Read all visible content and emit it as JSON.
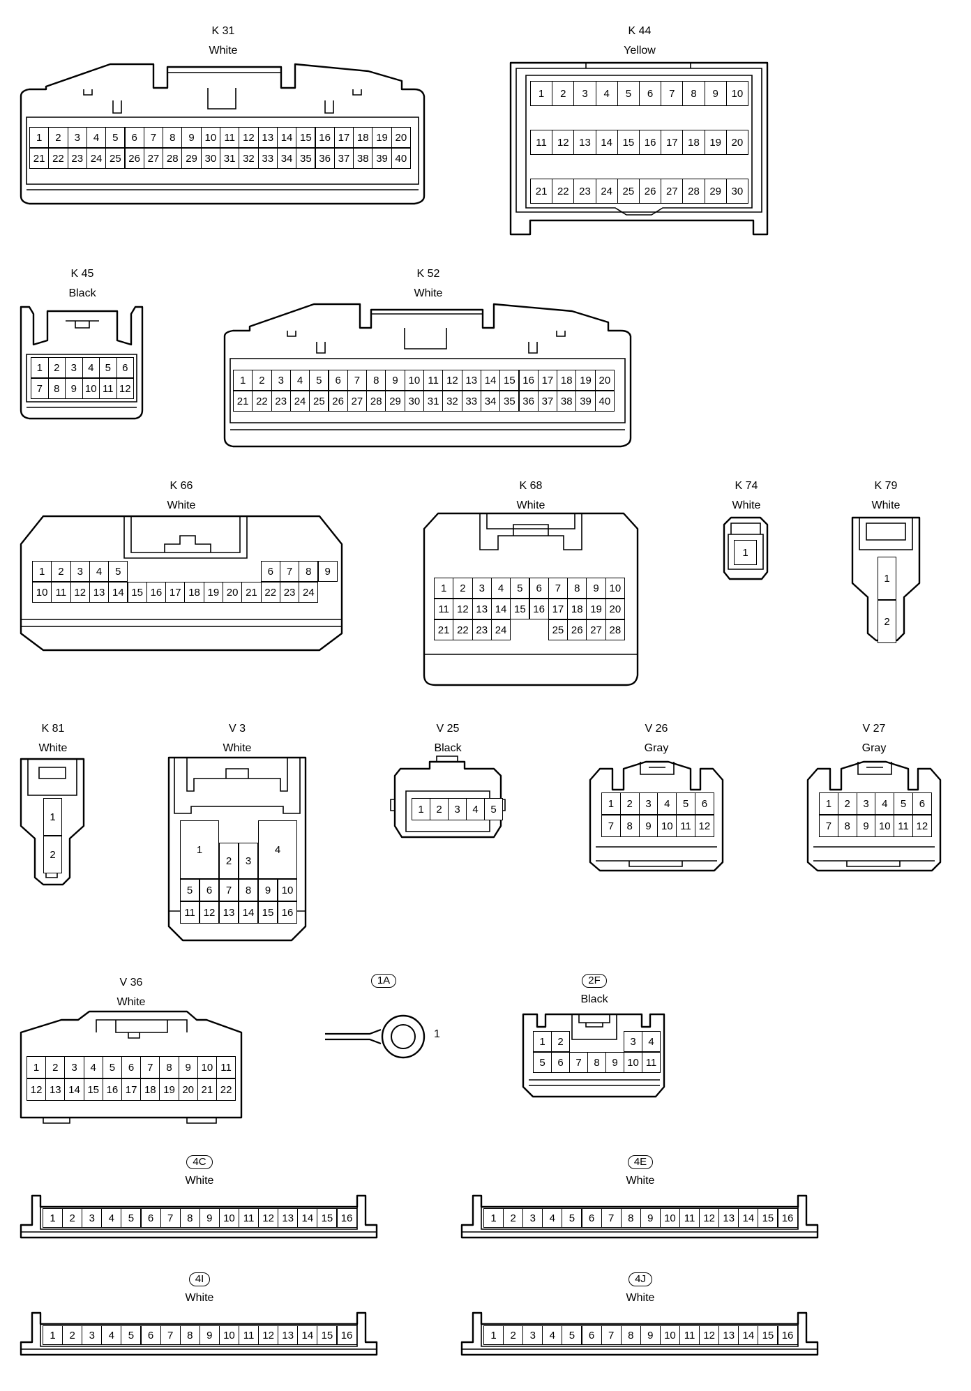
{
  "connectors": [
    {
      "id": "K 31",
      "color": "White",
      "rows": [
        [
          1,
          2,
          3,
          4,
          5,
          6,
          7,
          8,
          9,
          10,
          11,
          12,
          13,
          14,
          15,
          16,
          17,
          18,
          19,
          20
        ],
        [
          21,
          22,
          23,
          24,
          25,
          26,
          27,
          28,
          29,
          30,
          31,
          32,
          33,
          34,
          35,
          36,
          37,
          38,
          39,
          40
        ]
      ]
    },
    {
      "id": "K 44",
      "color": "Yellow",
      "rows": [
        [
          1,
          2,
          3,
          4,
          5,
          6,
          7,
          8,
          9,
          10
        ],
        [
          11,
          12,
          13,
          14,
          15,
          16,
          17,
          18,
          19,
          20
        ],
        [
          21,
          22,
          23,
          24,
          25,
          26,
          27,
          28,
          29,
          30
        ]
      ]
    },
    {
      "id": "K 45",
      "color": "Black",
      "rows": [
        [
          1,
          2,
          3,
          4,
          5,
          6
        ],
        [
          7,
          8,
          9,
          10,
          11,
          12
        ]
      ]
    },
    {
      "id": "K 52",
      "color": "White",
      "rows": [
        [
          1,
          2,
          3,
          4,
          5,
          6,
          7,
          8,
          9,
          10,
          11,
          12,
          13,
          14,
          15,
          16,
          17,
          18,
          19,
          20
        ],
        [
          21,
          22,
          23,
          24,
          25,
          26,
          27,
          28,
          29,
          30,
          31,
          32,
          33,
          34,
          35,
          36,
          37,
          38,
          39,
          40
        ]
      ]
    },
    {
      "id": "K 66",
      "color": "White",
      "rows": [
        [
          1,
          2,
          3,
          4,
          5,
          null,
          null,
          null,
          null,
          null,
          null,
          null,
          6,
          7,
          8,
          9
        ],
        [
          10,
          11,
          12,
          13,
          14,
          15,
          16,
          17,
          18,
          19,
          20,
          21,
          22,
          23,
          24
        ]
      ]
    },
    {
      "id": "K 68",
      "color": "White",
      "rows": [
        [
          1,
          2,
          3,
          4,
          5,
          6,
          7,
          8,
          9,
          10
        ],
        [
          11,
          12,
          13,
          14,
          15,
          16,
          17,
          18,
          19,
          20
        ],
        [
          21,
          22,
          23,
          24,
          null,
          null,
          25,
          26,
          27,
          28
        ]
      ]
    },
    {
      "id": "K 74",
      "color": "White",
      "rows": [
        [
          1
        ]
      ]
    },
    {
      "id": "K 79",
      "color": "White",
      "rows": [
        [
          1
        ],
        [
          2
        ]
      ]
    },
    {
      "id": "K 81",
      "color": "White",
      "rows": [
        [
          1
        ],
        [
          2
        ]
      ]
    },
    {
      "id": "V 3",
      "color": "White",
      "big": [
        1,
        2,
        3,
        4
      ],
      "rows": [
        [
          5,
          6,
          7,
          8,
          9,
          10
        ],
        [
          11,
          12,
          13,
          14,
          15,
          16
        ]
      ]
    },
    {
      "id": "V 25",
      "color": "Black",
      "rows": [
        [
          1,
          2,
          3,
          4,
          5
        ]
      ]
    },
    {
      "id": "V 26",
      "color": "Gray",
      "rows": [
        [
          1,
          2,
          3,
          4,
          5,
          6
        ],
        [
          7,
          8,
          9,
          10,
          11,
          12
        ]
      ]
    },
    {
      "id": "V 27",
      "color": "Gray",
      "rows": [
        [
          1,
          2,
          3,
          4,
          5,
          6
        ],
        [
          7,
          8,
          9,
          10,
          11,
          12
        ]
      ]
    },
    {
      "id": "V 36",
      "color": "White",
      "rows": [
        [
          1,
          2,
          3,
          4,
          5,
          6,
          7,
          8,
          9,
          10,
          11
        ],
        [
          12,
          13,
          14,
          15,
          16,
          17,
          18,
          19,
          20,
          21,
          22
        ]
      ]
    },
    {
      "id": "1A",
      "color": "",
      "terminal_label": "1"
    },
    {
      "id": "2F",
      "color": "Black",
      "rows": [
        [
          1,
          2,
          null,
          null,
          null,
          3,
          4
        ],
        [
          5,
          6,
          7,
          8,
          9,
          10,
          11
        ]
      ]
    },
    {
      "id": "4C",
      "color": "White",
      "rows": [
        [
          1,
          2,
          3,
          4,
          5,
          6,
          7,
          8,
          9,
          10,
          11,
          12,
          13,
          14,
          15,
          16
        ]
      ]
    },
    {
      "id": "4E",
      "color": "White",
      "rows": [
        [
          1,
          2,
          3,
          4,
          5,
          6,
          7,
          8,
          9,
          10,
          11,
          12,
          13,
          14,
          15,
          16
        ]
      ]
    },
    {
      "id": "4I",
      "color": "White",
      "rows": [
        [
          1,
          2,
          3,
          4,
          5,
          6,
          7,
          8,
          9,
          10,
          11,
          12,
          13,
          14,
          15,
          16
        ]
      ]
    },
    {
      "id": "4J",
      "color": "White",
      "rows": [
        [
          1,
          2,
          3,
          4,
          5,
          6,
          7,
          8,
          9,
          10,
          11,
          12,
          13,
          14,
          15,
          16
        ]
      ]
    }
  ]
}
